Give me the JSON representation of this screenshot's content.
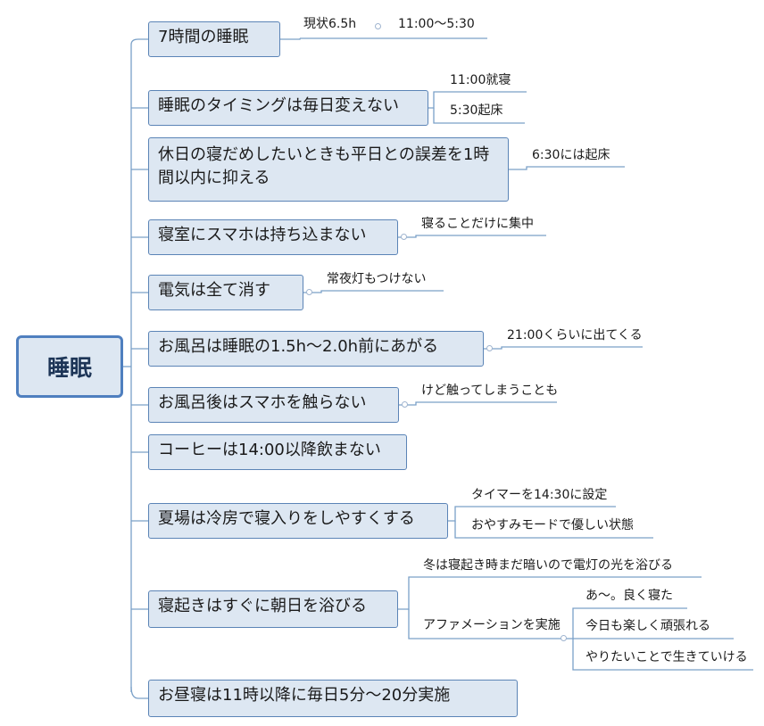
{
  "central": {
    "label": "睡眠"
  },
  "branches": [
    {
      "label": "7時間の睡眠",
      "notes": [
        "現状6.5h",
        "11:00〜5:30"
      ]
    },
    {
      "label": "睡眠のタイミングは毎日変えない",
      "notes": [
        "11:00就寝",
        "5:30起床"
      ]
    },
    {
      "label": "休日の寝だめしたいときも平日との誤差を1時間以内に抑える",
      "notes": [
        "6:30には起床"
      ]
    },
    {
      "label": "寝室にスマホは持ち込まない",
      "notes": [
        "寝ることだけに集中"
      ]
    },
    {
      "label": "電気は全て消す",
      "notes": [
        "常夜灯もつけない"
      ]
    },
    {
      "label": "お風呂は睡眠の1.5h〜2.0h前にあがる",
      "notes": [
        "21:00くらいに出てくる"
      ]
    },
    {
      "label": "お風呂後はスマホを触らない",
      "notes": [
        "けど触ってしまうことも"
      ]
    },
    {
      "label": "コーヒーは14:00以降飲まない",
      "notes": []
    },
    {
      "label": "夏場は冷房で寝入りをしやすくする",
      "notes": [
        "タイマーを14:30に設定",
        "おやすみモードで優しい状態"
      ]
    },
    {
      "label": "寝起きはすぐに朝日を浴びる",
      "notes": [
        "冬は寝起き時まだ暗いので電灯の光を浴びる",
        "アファメーションを実施"
      ],
      "affirmations": [
        "あ〜。良く寝た",
        "今日も楽しく頑張れる",
        "やりたいことで生きていける"
      ]
    },
    {
      "label": "お昼寝は11時以降に毎日5分〜20分実施",
      "notes": []
    }
  ]
}
